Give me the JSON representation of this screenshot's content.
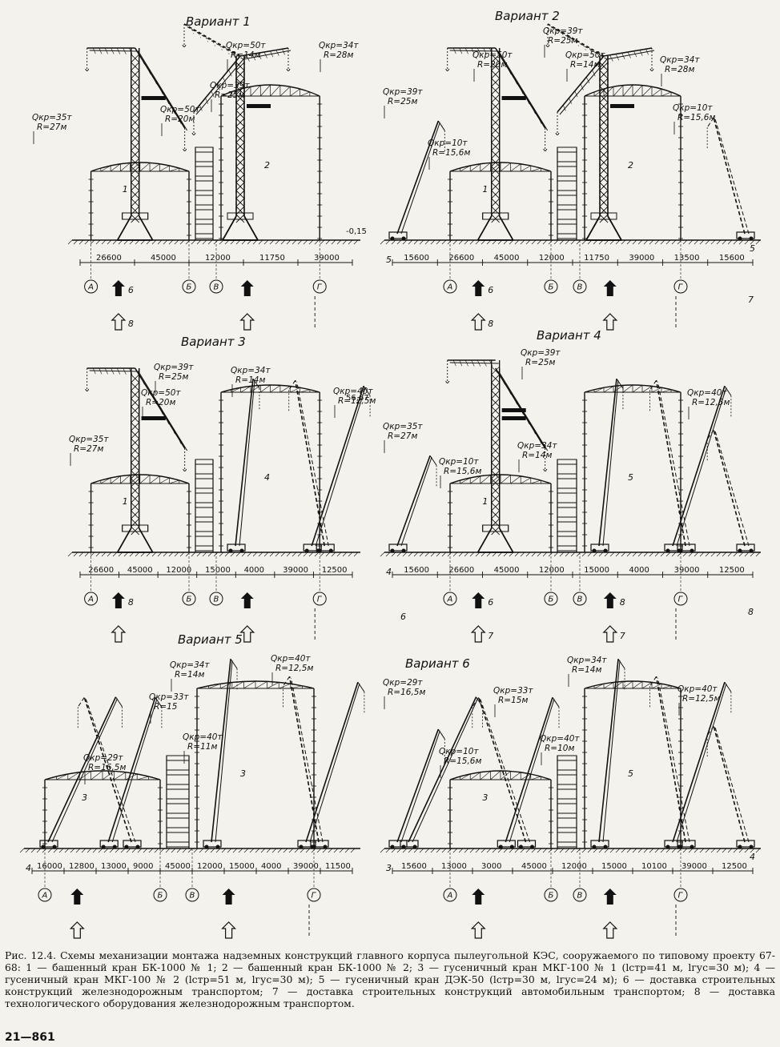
{
  "variants": [
    {
      "title": "Вариант 1",
      "cranes": [
        {
          "q": "Qкр=35т",
          "r": "R=27м"
        },
        {
          "q": "Qкр=50т",
          "r": "R=20м"
        },
        {
          "q": "Qкр=50т",
          "r": "R=14м"
        },
        {
          "q": "Qкр=39т",
          "r": "R=25м"
        },
        {
          "q": "Qкр=34т",
          "r": "R=28м"
        }
      ],
      "numbers": [
        "1",
        "2"
      ],
      "elevation": "-0,15",
      "dims": [
        "26600",
        "45000",
        "12000",
        "11750",
        "39000"
      ],
      "axes": [
        "А",
        "Б",
        "В",
        "Г"
      ],
      "arrows": [
        "6",
        "8"
      ]
    },
    {
      "title": "Вариант 2",
      "cranes": [
        {
          "q": "Qкр=39т",
          "r": "R=25м"
        },
        {
          "q": "Qкр=50т",
          "r": "R=20м"
        },
        {
          "q": "Qкр=39т",
          "r": "R=25м"
        },
        {
          "q": "Qкр=50т",
          "r": "R=14м"
        },
        {
          "q": "Qкр=34т",
          "r": "R=28м"
        },
        {
          "q": "Qкр=10т",
          "r": "R=15,6м"
        },
        {
          "q": "Qкр=10т",
          "r": "R=15,6м"
        }
      ],
      "numbers": [
        "1",
        "2",
        "5",
        "5"
      ],
      "dims": [
        "15600",
        "26600",
        "45000",
        "12000",
        "11750",
        "39000",
        "13500",
        "15600"
      ],
      "axes": [
        "А",
        "Б",
        "В",
        "Г"
      ],
      "arrows": [
        "6",
        "8",
        "7"
      ]
    },
    {
      "title": "Вариант 3",
      "cranes": [
        {
          "q": "Qкр=35т",
          "r": "R=27м"
        },
        {
          "q": "Qкр=39т",
          "r": "R=25м"
        },
        {
          "q": "Qкр=50т",
          "r": "R=20м"
        },
        {
          "q": "Qкр=34т",
          "r": "R=14м"
        },
        {
          "q": "Qкр=40т",
          "r": "R=12,5м"
        }
      ],
      "numbers": [
        "1",
        "4"
      ],
      "elevation": "56,67",
      "dims": [
        "26600",
        "45000",
        "12000",
        "15000",
        "4000",
        "39000",
        "12500"
      ],
      "axes": [
        "А",
        "Б",
        "В",
        "Г"
      ],
      "arrows": [
        "8"
      ]
    },
    {
      "title": "Вариант 4",
      "cranes": [
        {
          "q": "Qкр=35т",
          "r": "R=27м"
        },
        {
          "q": "Qкр=39т",
          "r": "R=25м"
        },
        {
          "q": "Qкр=10т",
          "r": "R=15,6м"
        },
        {
          "q": "Qкр=34т",
          "r": "R=14м"
        },
        {
          "q": "Qкр=40т",
          "r": "R=12,5м"
        }
      ],
      "numbers": [
        "1",
        "5",
        "4"
      ],
      "dims": [
        "15600",
        "26600",
        "45000",
        "12000",
        "15000",
        "4000",
        "39000",
        "12500"
      ],
      "axes": [
        "А",
        "Б",
        "В",
        "Г"
      ],
      "arrows": [
        "6",
        "7",
        "8",
        "6",
        "8",
        "7"
      ]
    },
    {
      "title": "Вариант 5",
      "cranes": [
        {
          "q": "Qкр=34т",
          "r": "R=14м"
        },
        {
          "q": "Qкр=40т",
          "r": "R=12,5м"
        },
        {
          "q": "Qкр=33т",
          "r": "R=15"
        },
        {
          "q": "Qкр=29т",
          "r": "R=16,5м"
        },
        {
          "q": "Qкр=40т",
          "r": "R=11м"
        }
      ],
      "numbers": [
        "3",
        "3",
        "4"
      ],
      "dims": [
        "16000",
        "12800",
        "13000",
        "9000",
        "45000",
        "12000",
        "15000",
        "4000",
        "39000",
        "11500"
      ],
      "axes": [
        "А",
        "Б",
        "В",
        "Г"
      ],
      "arrows": []
    },
    {
      "title": "Вариант 6",
      "cranes": [
        {
          "q": "Qкр=29т",
          "r": "R=16,5м"
        },
        {
          "q": "Qкр=34т",
          "r": "R=14м"
        },
        {
          "q": "Qкр=33т",
          "r": "R=15м"
        },
        {
          "q": "Qкр=40т",
          "r": "R=12,5м"
        },
        {
          "q": "Qкр=10т",
          "r": "R=15,6м"
        },
        {
          "q": "Qкр=40т",
          "r": "R=10м"
        }
      ],
      "numbers": [
        "3",
        "5",
        "3",
        "4"
      ],
      "dims": [
        "15600",
        "13000",
        "3000",
        "45000",
        "12000",
        "15000",
        "10100",
        "39000",
        "12500"
      ],
      "axes": [
        "А",
        "Б",
        "В",
        "Г"
      ],
      "arrows": []
    }
  ],
  "caption": {
    "title": "Рис. 12.4. Схемы механизации монтажа надземных конструкций главного корпуса пылеугольной КЭС, сооружаемого по типовому проекту 67-68:",
    "legend": [
      "1 — башенный кран БК-1000 № 1;",
      "2 — башенный кран БК-1000 № 2;",
      "3 — гусеничный кран МКГ-100 № 1 (lстр=41 м, lгус=30 м);",
      "4 — гусеничный кран МКГ-100 № 2 (lстр=51 м, lгус=30 м);",
      "5 — гусеничный кран ДЭК-50 (lстр=30 м, lгус=24 м);",
      "6 — доставка строительных конструкций железнодорожным транспортом;",
      "7 — доставка строительных конструкций автомобильным транспортом;",
      "8 — доставка технологического оборудования железнодорожным транспортом."
    ]
  },
  "page_number": "21—861"
}
